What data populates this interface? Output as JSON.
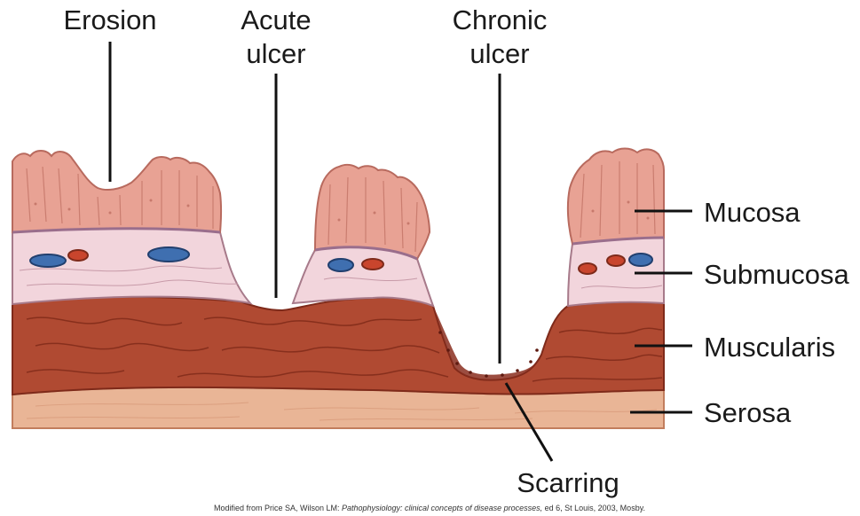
{
  "labels": {
    "erosion": "Erosion",
    "acute_1": "Acute",
    "acute_2": "ulcer",
    "chronic_1": "Chronic",
    "chronic_2": "ulcer",
    "mucosa": "Mucosa",
    "submucosa": "Submucosa",
    "muscularis": "Muscularis",
    "serosa": "Serosa",
    "scarring": "Scarring"
  },
  "caption": {
    "prefix": "Modified from Price SA, Wilson LM: ",
    "title": "Pathophysiology: clinical concepts of disease processes,",
    "suffix": " ed 6, St Louis, 2003, Mosby."
  },
  "colors": {
    "mucosa": "#e8a294",
    "mucosa_stroke": "#b86a5e",
    "submucosa": "#f2d5dc",
    "muscularis": "#b04a32",
    "serosa": "#e9b596",
    "vessel_blue": "#3f6fb0",
    "vessel_red": "#c9452d"
  }
}
